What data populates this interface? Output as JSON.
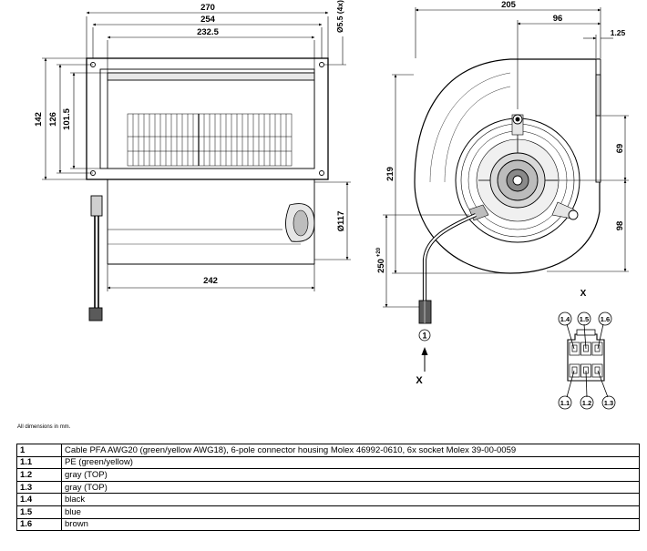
{
  "dimensions": {
    "width_270": "270",
    "width_254": "254",
    "width_232": "232.5",
    "height_142": "142",
    "height_126": "126",
    "height_101": "101.5",
    "hole": "Ø5.5 (4x)",
    "diameter_117": "Ø117",
    "width_242": "242",
    "side_205": "205",
    "side_96": "96",
    "side_125": "1.25",
    "height_219": "219",
    "side_69": "69",
    "side_98": "98",
    "cable_250": "250",
    "cable_250_tol": "+20"
  },
  "callouts": {
    "cable_ref": "1",
    "view_ref": "X",
    "view_title": "X",
    "pins_top": [
      "1.4",
      "1.5",
      "1.6"
    ],
    "pins_bottom": [
      "1.1",
      "1.2",
      "1.3"
    ]
  },
  "colors": {
    "line": "#000000",
    "fill_gray": "#d9d9d9",
    "fill_dark": "#5a5a5a"
  },
  "note": "All dimensions in mm.",
  "legend": [
    {
      "id": "1",
      "text": "Cable PFA AWG20 (green/yellow AWG18), 6-pole connector housing Molex 46992-0610, 6x socket Molex 39-00-0059"
    },
    {
      "id": "1.1",
      "text": "PE (green/yellow)"
    },
    {
      "id": "1.2",
      "text": "gray (TOP)"
    },
    {
      "id": "1.3",
      "text": "gray (TOP)"
    },
    {
      "id": "1.4",
      "text": "black"
    },
    {
      "id": "1.5",
      "text": "blue"
    },
    {
      "id": "1.6",
      "text": "brown"
    }
  ]
}
